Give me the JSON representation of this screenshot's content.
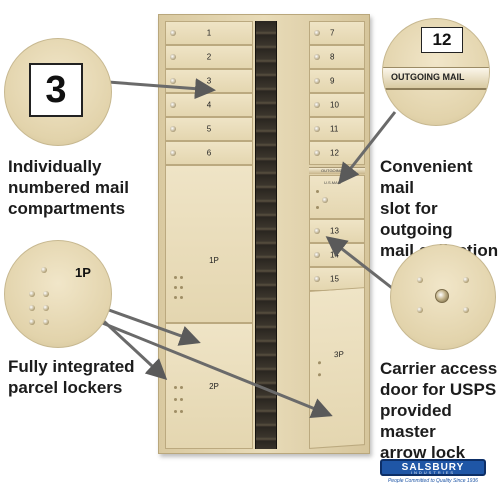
{
  "callouts": {
    "compartments": {
      "sample_number": "3",
      "label_lines": [
        "Individually",
        "numbered mail",
        "compartments"
      ]
    },
    "outgoing": {
      "sample_number": "12",
      "plate_text": "OUTGOING MAIL",
      "label_lines": [
        "Convenient mail",
        "slot for outgoing",
        "mail collection"
      ]
    },
    "parcel": {
      "sample_number": "1P",
      "label_lines": [
        "Fully integrated",
        "parcel lockers"
      ]
    },
    "carrier": {
      "label_lines": [
        "Carrier access",
        "door for USPS",
        "provided master",
        "arrow lock"
      ]
    }
  },
  "mailbox": {
    "left_doors": [
      "1",
      "2",
      "3",
      "4",
      "5",
      "6"
    ],
    "left_parcels": [
      "1P",
      "2P"
    ],
    "right_doors_top": [
      "7",
      "8",
      "9",
      "10",
      "11",
      "12"
    ],
    "right_doors_bottom": [
      "13",
      "14",
      "15"
    ],
    "right_parcel": "3P",
    "outgoing_plate": "OUTGOING MAIL",
    "usps_plate": "U.S.MAIL"
  },
  "brand": {
    "name": "SALSBURY",
    "subtitle": "INDUSTRIES",
    "tagline": "People Committed to Quality Since 1936",
    "color": "#1f56a6"
  }
}
